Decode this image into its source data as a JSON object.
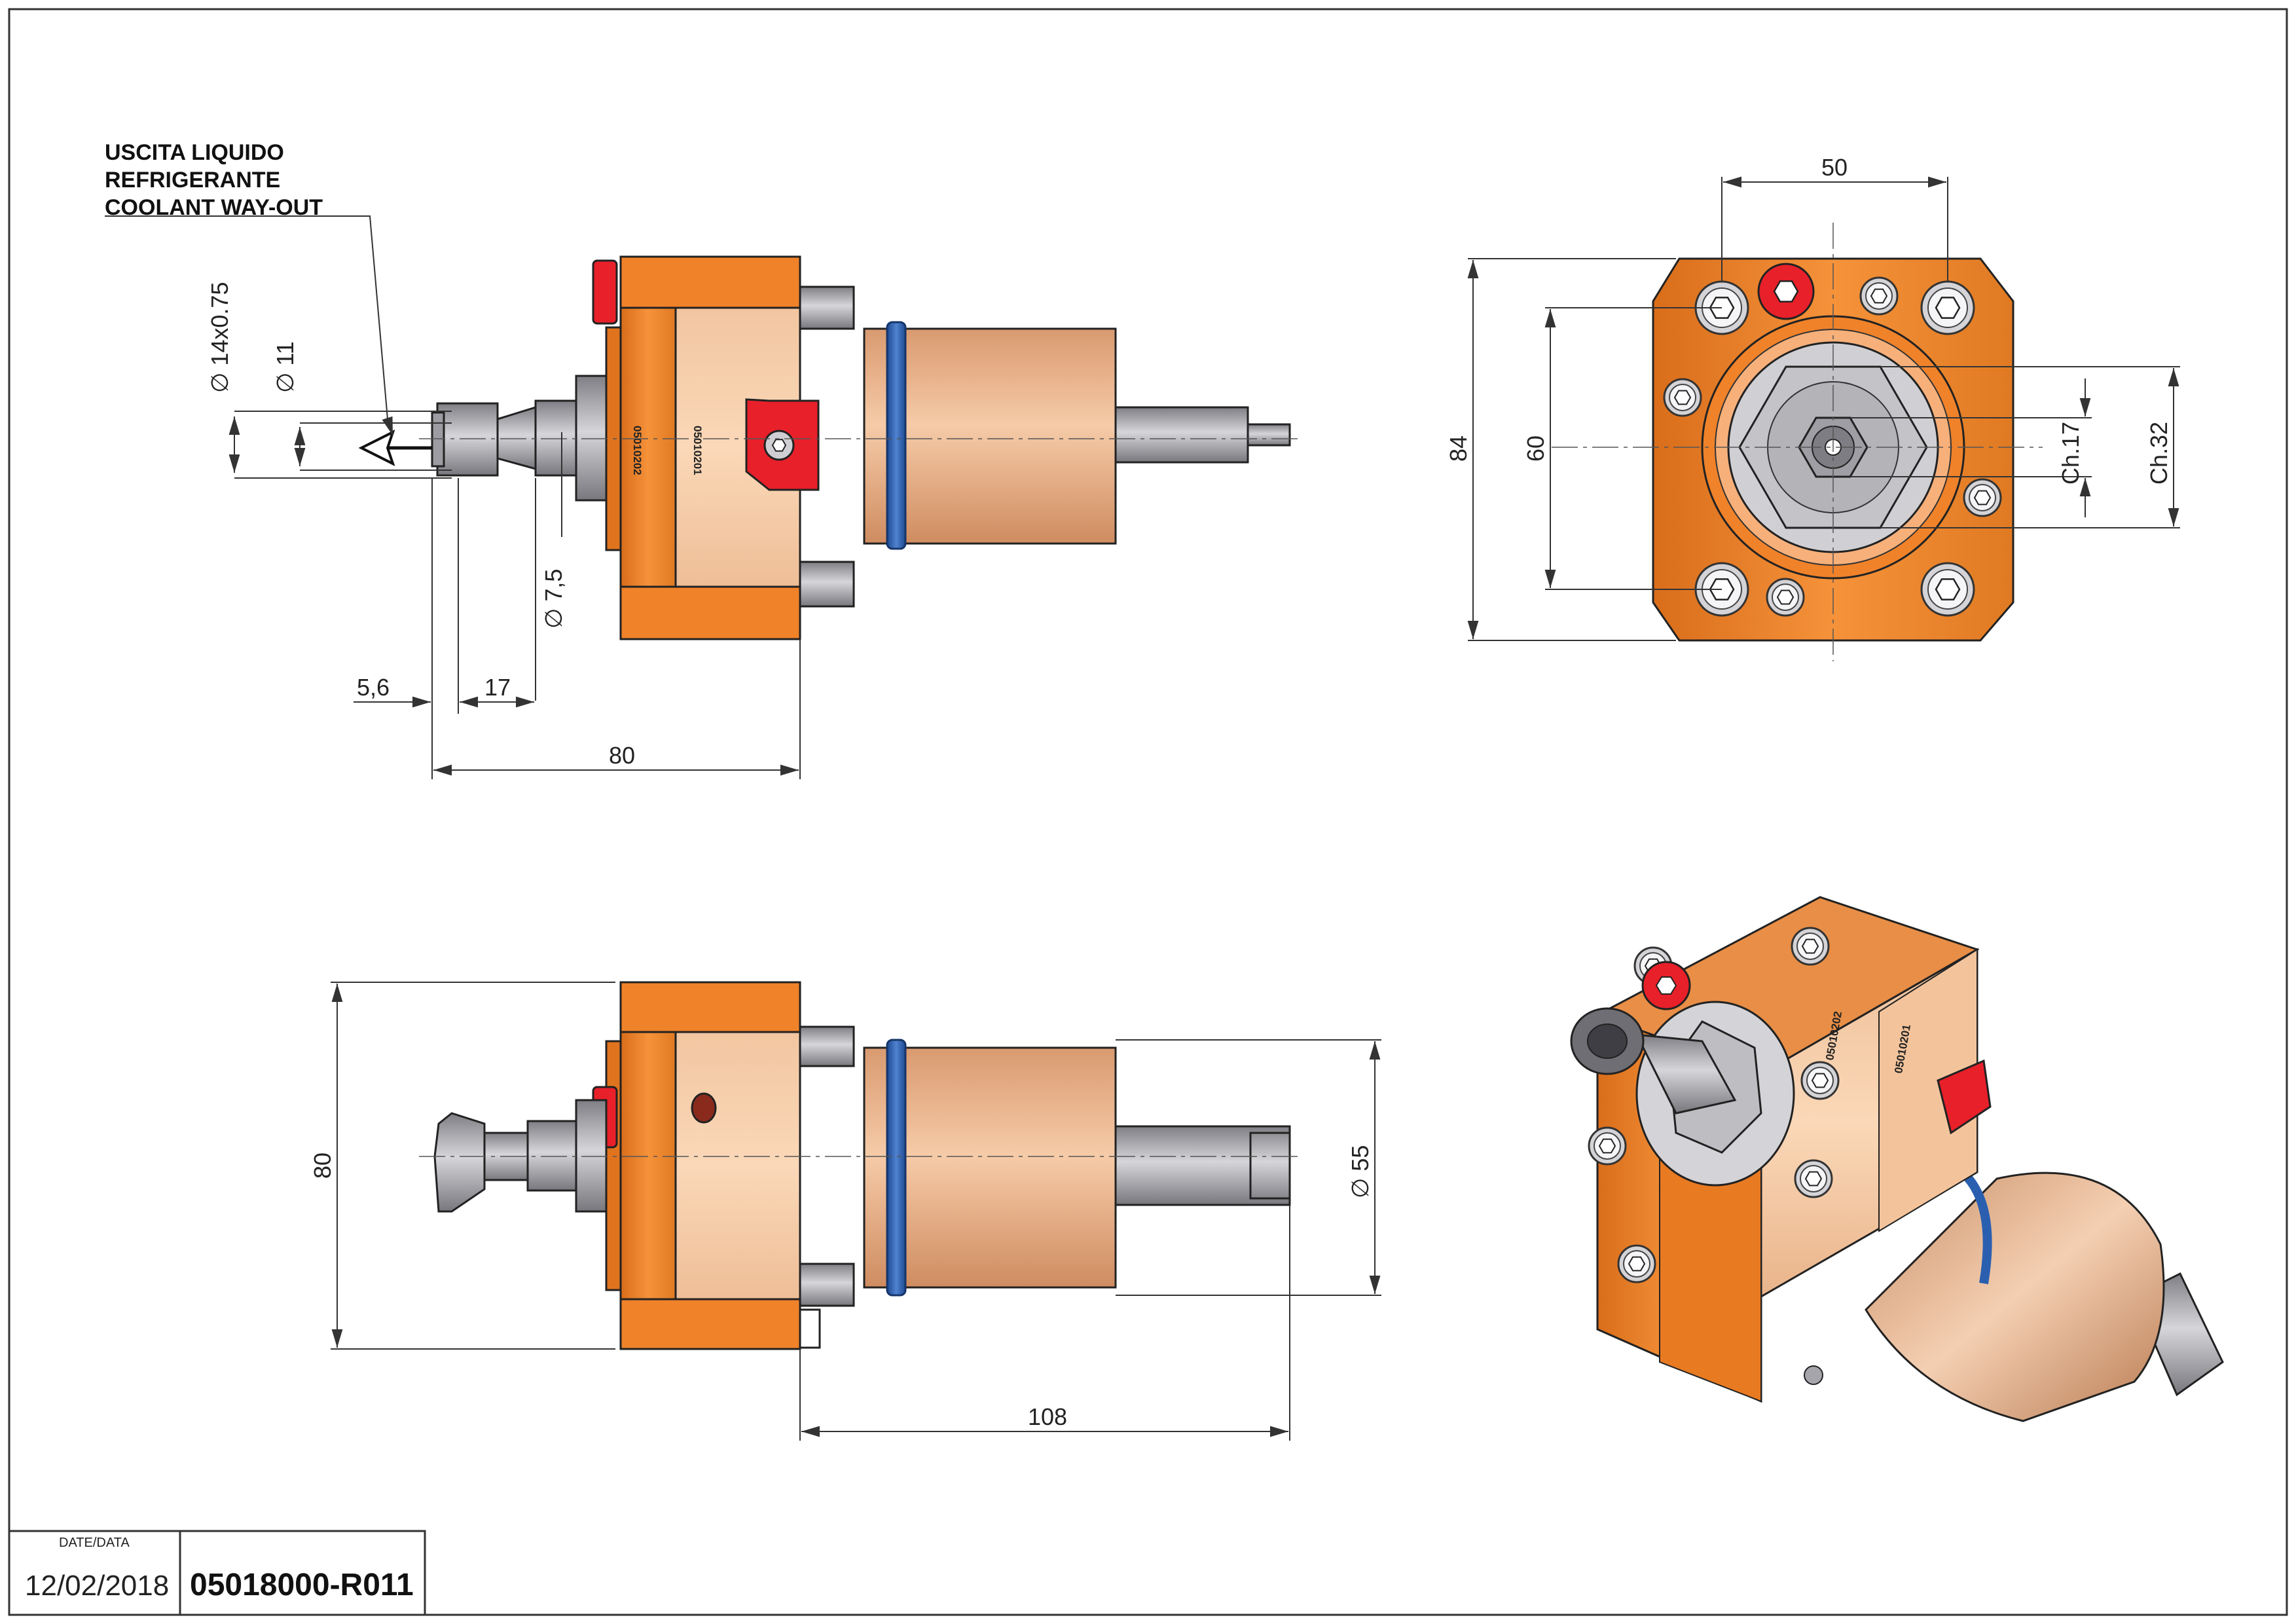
{
  "colors": {
    "body_orange": "#f28a2c",
    "body_peach": "#f7c8a0",
    "bronze": "#e8b38c",
    "steel": "#a9a9ae",
    "red": "#e8202a",
    "seal_blue": "#2a5fb0"
  },
  "note": {
    "line1": "USCITA LIQUIDO",
    "line2": "REFRIGERANTE",
    "line3": "COOLANT WAY-OUT"
  },
  "engravings": {
    "code_a": "05010202",
    "code_b": "05010201"
  },
  "side_view": {
    "dim_thread": "∅ 14x0.75",
    "dim_bore": "∅ 11",
    "dim_collet": "∅ 7,5",
    "dim_offset": "5,6",
    "dim_nose": "17",
    "dim_length": "80"
  },
  "front_view": {
    "dim_width": "50",
    "dim_height": "84",
    "dim_pitch": "60",
    "dim_hex_small": "Ch.17",
    "dim_hex_large": "Ch.32"
  },
  "bottom_view": {
    "dim_height": "80",
    "dim_shank": "∅ 55",
    "dim_shank_length": "108"
  },
  "title_block": {
    "date_label": "DATE/DATA",
    "date": "12/02/2018",
    "code": "05018000-R011"
  },
  "icons": [
    "coolant-arrow-icon",
    "hex-socket-screw-icon"
  ]
}
